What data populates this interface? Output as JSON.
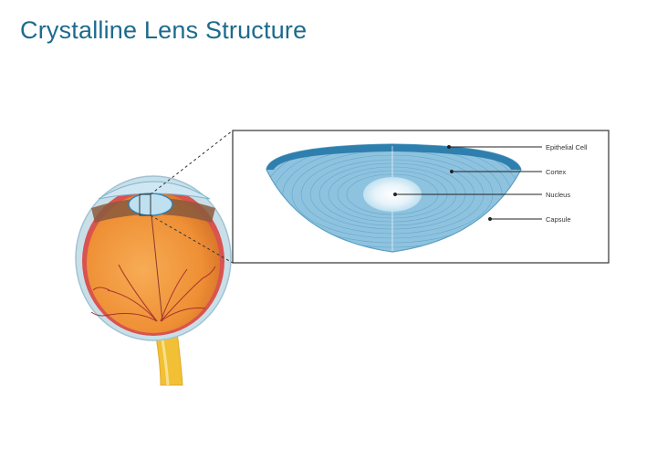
{
  "title": "Crystalline Lens Structure",
  "labels": {
    "epithelial": "Epithelial Cell",
    "cortex": "Cortex",
    "nucleus": "Nucleus",
    "capsule": "Capsule"
  },
  "colors": {
    "title": "#1d6b8c",
    "lens_fill": "#8ec3df",
    "lens_edge": "#2f7fae",
    "sclera_orange": "#f29a3c",
    "nerve_yellow": "#f2c035"
  }
}
